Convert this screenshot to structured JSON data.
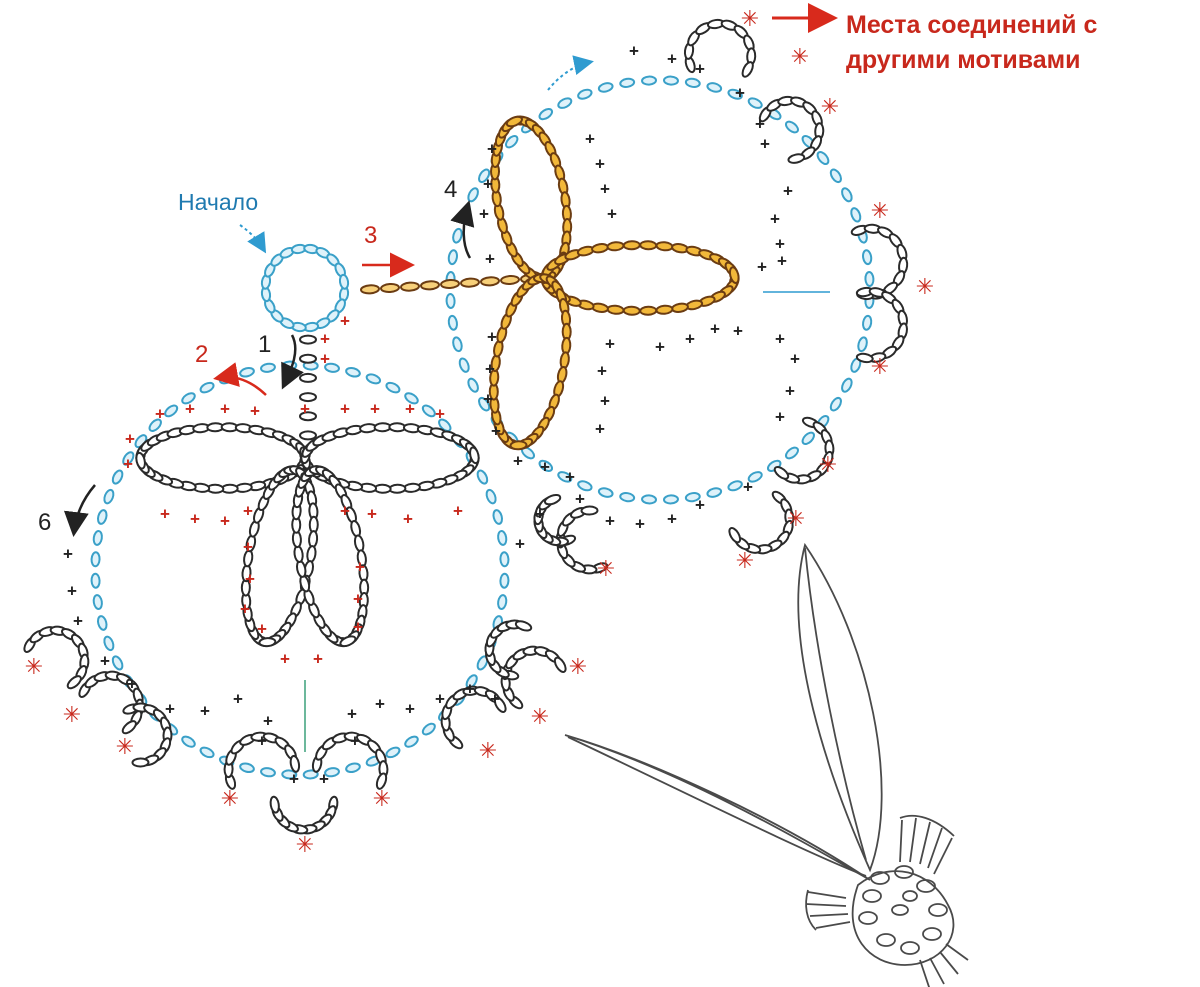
{
  "legend": {
    "symbol": "✳",
    "line1": "Места соединений с",
    "line2": "другими мотивами"
  },
  "start_label": "Начало",
  "steps": {
    "s1": "1",
    "s2": "2",
    "s3": "3",
    "s4": "4",
    "s6": "6"
  },
  "symbols": {
    "single_crochet": "+",
    "join_point": "✳"
  },
  "colors": {
    "background": "#ffffff",
    "chain_dark": "#2a2a2a",
    "chain_blue": "#7fc8e0",
    "chain_blue_outline": "#3aa0c8",
    "petal_fill": "#f2b83a",
    "petal_outline": "#6b3c12",
    "stitch_black": "#222222",
    "stitch_red": "#c8281c",
    "arrow_red": "#d82a1c",
    "arrow_blue": "#2f9bd0",
    "text_red": "#c8281c",
    "text_blue": "#1f7ab0",
    "sketch_gray": "#4a4a4a"
  }
}
